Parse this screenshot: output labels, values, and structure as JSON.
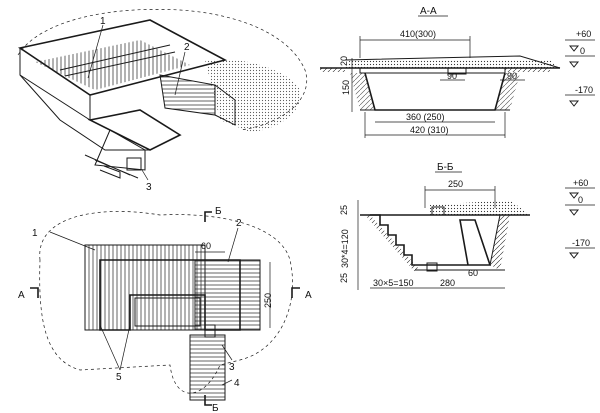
{
  "section_aa": {
    "title": "А-А",
    "width_top": "410(300)",
    "depth": "150",
    "cover": "20",
    "ledge_left": "90",
    "ledge_right": "90",
    "bottom_inner": "360 (250)",
    "bottom_outer": "420 (310)",
    "levels": [
      "+60",
      "0",
      "-170"
    ]
  },
  "section_bb": {
    "title": "Б-Б",
    "width_top": "250",
    "vert_cover": "25",
    "vert_steps": "30*4=120",
    "vert_bottom": "25",
    "horiz_steps": "30×5=150",
    "horiz_bottom": "280",
    "ledge": "60",
    "levels": [
      "+60",
      "0",
      "-170"
    ]
  },
  "plan": {
    "cut_a": "А",
    "cut_b": "Б",
    "dim_60": "60",
    "dim_250": "250",
    "callouts": [
      "1",
      "2",
      "3",
      "4",
      "5"
    ]
  },
  "iso": {
    "callouts": [
      "1",
      "2",
      "3"
    ]
  }
}
